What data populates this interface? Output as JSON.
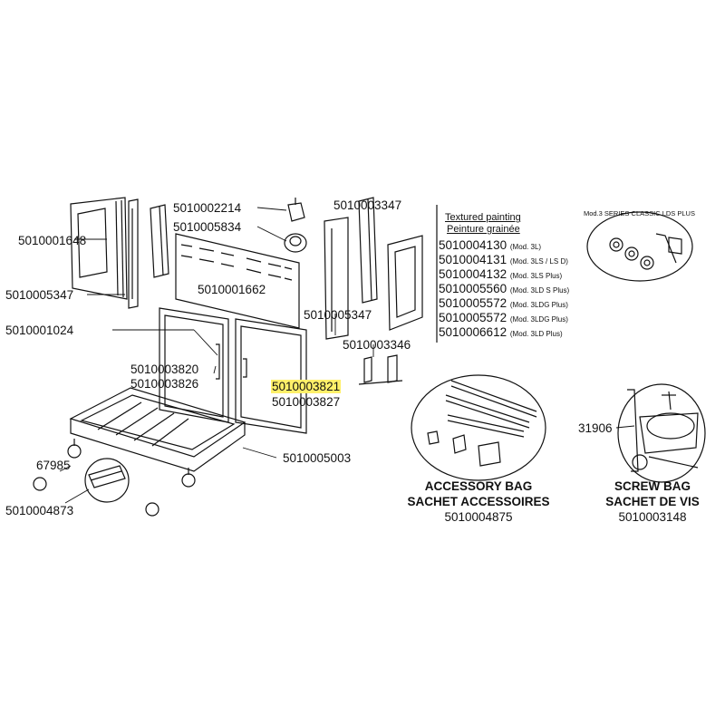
{
  "labels": {
    "p_1648": "5010001648",
    "p_5347_left": "5010005347",
    "p_1024": "5010001024",
    "p_2214": "5010002214",
    "p_5834": "5010005834",
    "p_3347_top": "5010003347",
    "p_1662": "5010001662",
    "p_5347_mid": "5010005347",
    "p_3346": "5010003346",
    "p_3820": "5010003820",
    "p_3826": "5010003826",
    "p_3821": "5010003821",
    "p_3827": "5010003827",
    "p_5003": "5010005003",
    "p_67985": "67985",
    "p_4873": "5010004873",
    "p_31906": "31906"
  },
  "textured_painting": {
    "title_en": "Textured painting",
    "title_fr": "Peinture grainée",
    "rows": [
      {
        "part": "5010004130",
        "mod": "(Mod. 3L)"
      },
      {
        "part": "5010004131",
        "mod": "(Mod. 3LS / LS D)"
      },
      {
        "part": "5010004132",
        "mod": "(Mod. 3LS Plus)"
      },
      {
        "part": "5010005560",
        "mod": "(Mod. 3LD S Plus)"
      },
      {
        "part": "5010005572",
        "mod": "(Mod. 3LDG Plus)"
      },
      {
        "part": "5010005572",
        "mod": "(Mod. 3LDG Plus)"
      },
      {
        "part": "5010006612",
        "mod": "(Mod. 3LD Plus)"
      }
    ]
  },
  "model_callout": "Mod.3 SERIES CLASSIC LDS PLUS",
  "accessory_bag": {
    "line1": "ACCESSORY BAG",
    "line2": "SACHET ACCESSOIRES",
    "part": "5010004875"
  },
  "screw_bag": {
    "line1": "SCREW BAG",
    "line2": "SACHET DE VIS",
    "part": "5010003148"
  },
  "colors": {
    "highlight": "#fff06a",
    "line": "#111111"
  }
}
